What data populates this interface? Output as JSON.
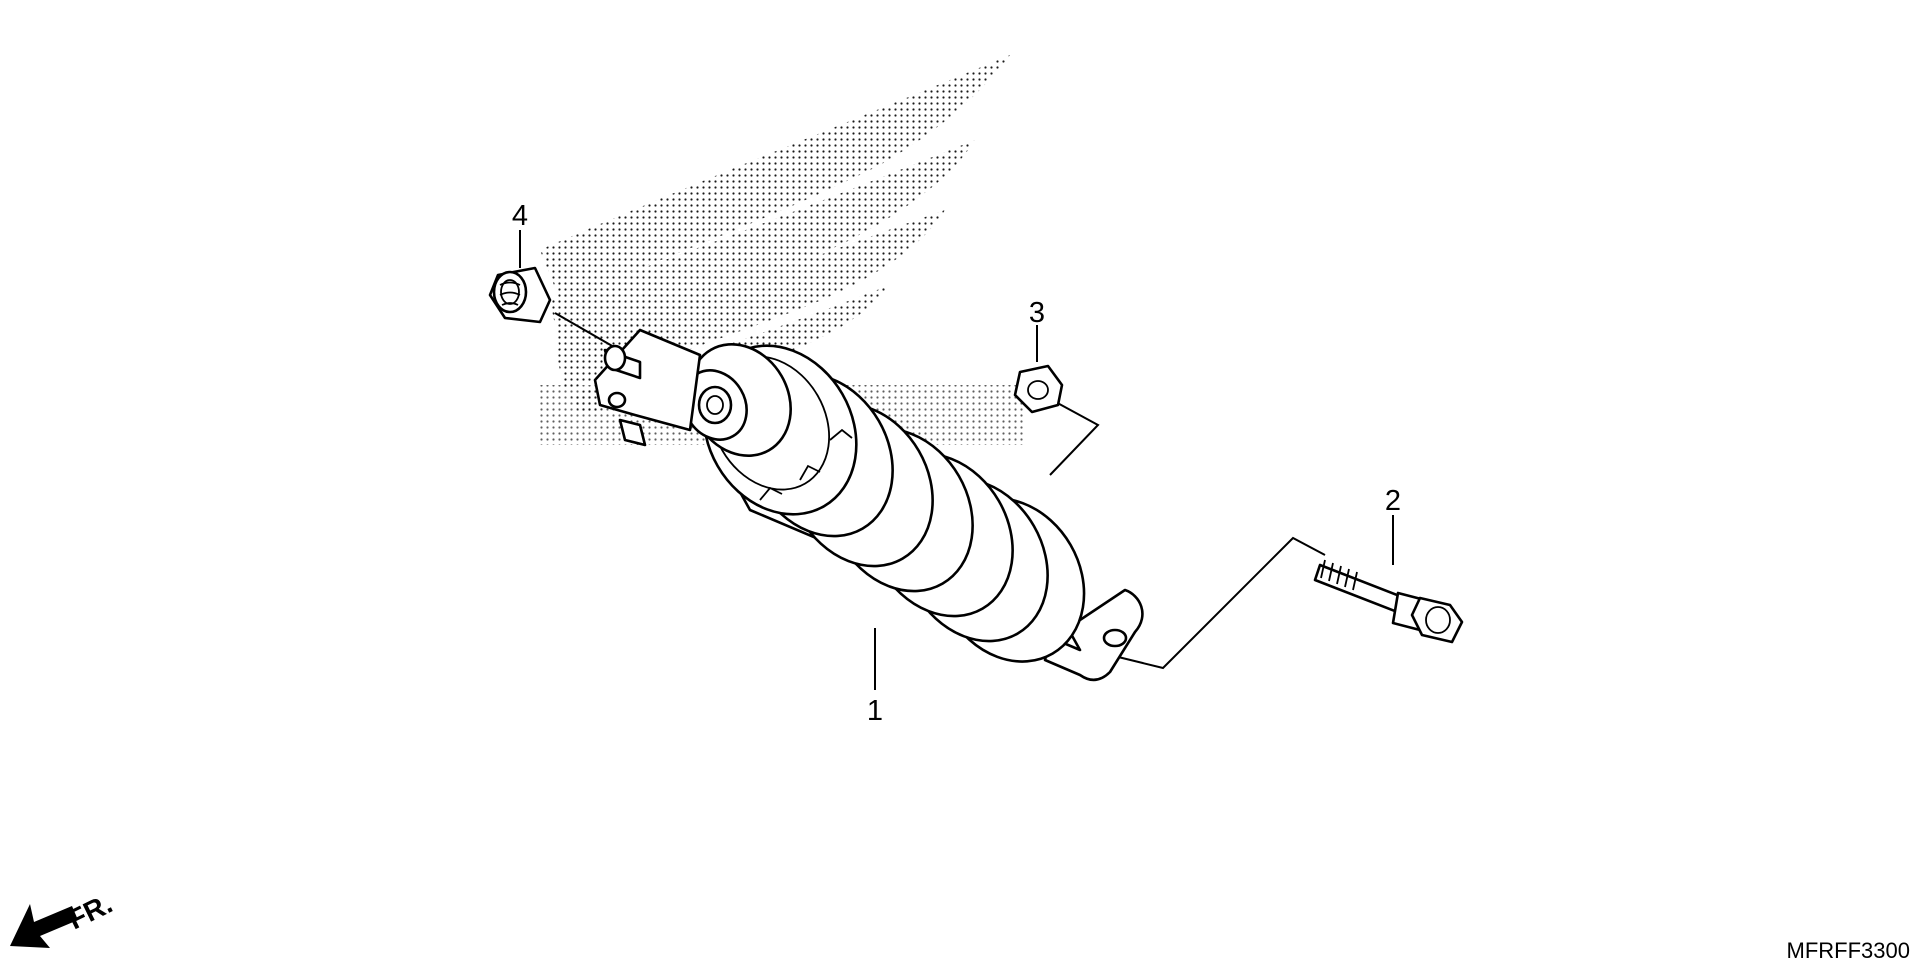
{
  "callouts": {
    "c1": "1",
    "c2": "2",
    "c3": "3",
    "c4": "4"
  },
  "direction": {
    "label": "FR."
  },
  "diagram_code": "MFRFF3300",
  "colors": {
    "ink": "#000000",
    "background": "#ffffff"
  }
}
